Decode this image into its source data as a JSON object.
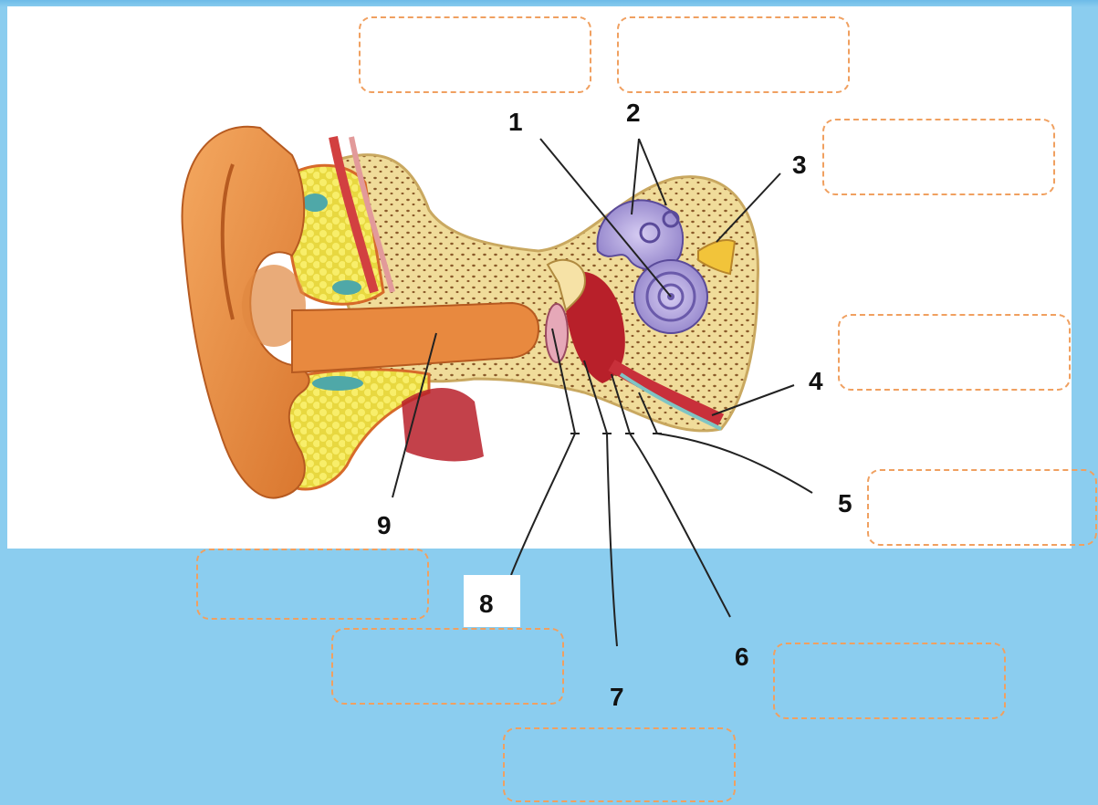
{
  "labels": {
    "n1": "1",
    "n2": "2",
    "n3": "3",
    "n4": "4",
    "n5": "5",
    "n6": "6",
    "n7": "7",
    "n8": "8",
    "n9": "9"
  },
  "answer_boxes": [
    "",
    "",
    "",
    "",
    "",
    "",
    "",
    "",
    ""
  ],
  "colors": {
    "background": "#8bcdef",
    "panel": "#ffffff",
    "box_border": "#f0a060",
    "skin": "#e8893f",
    "bone": "#f0dc9a",
    "cochlea": "#a89ad8",
    "fat": "#f4e24a",
    "muscle": "#b8202a"
  }
}
